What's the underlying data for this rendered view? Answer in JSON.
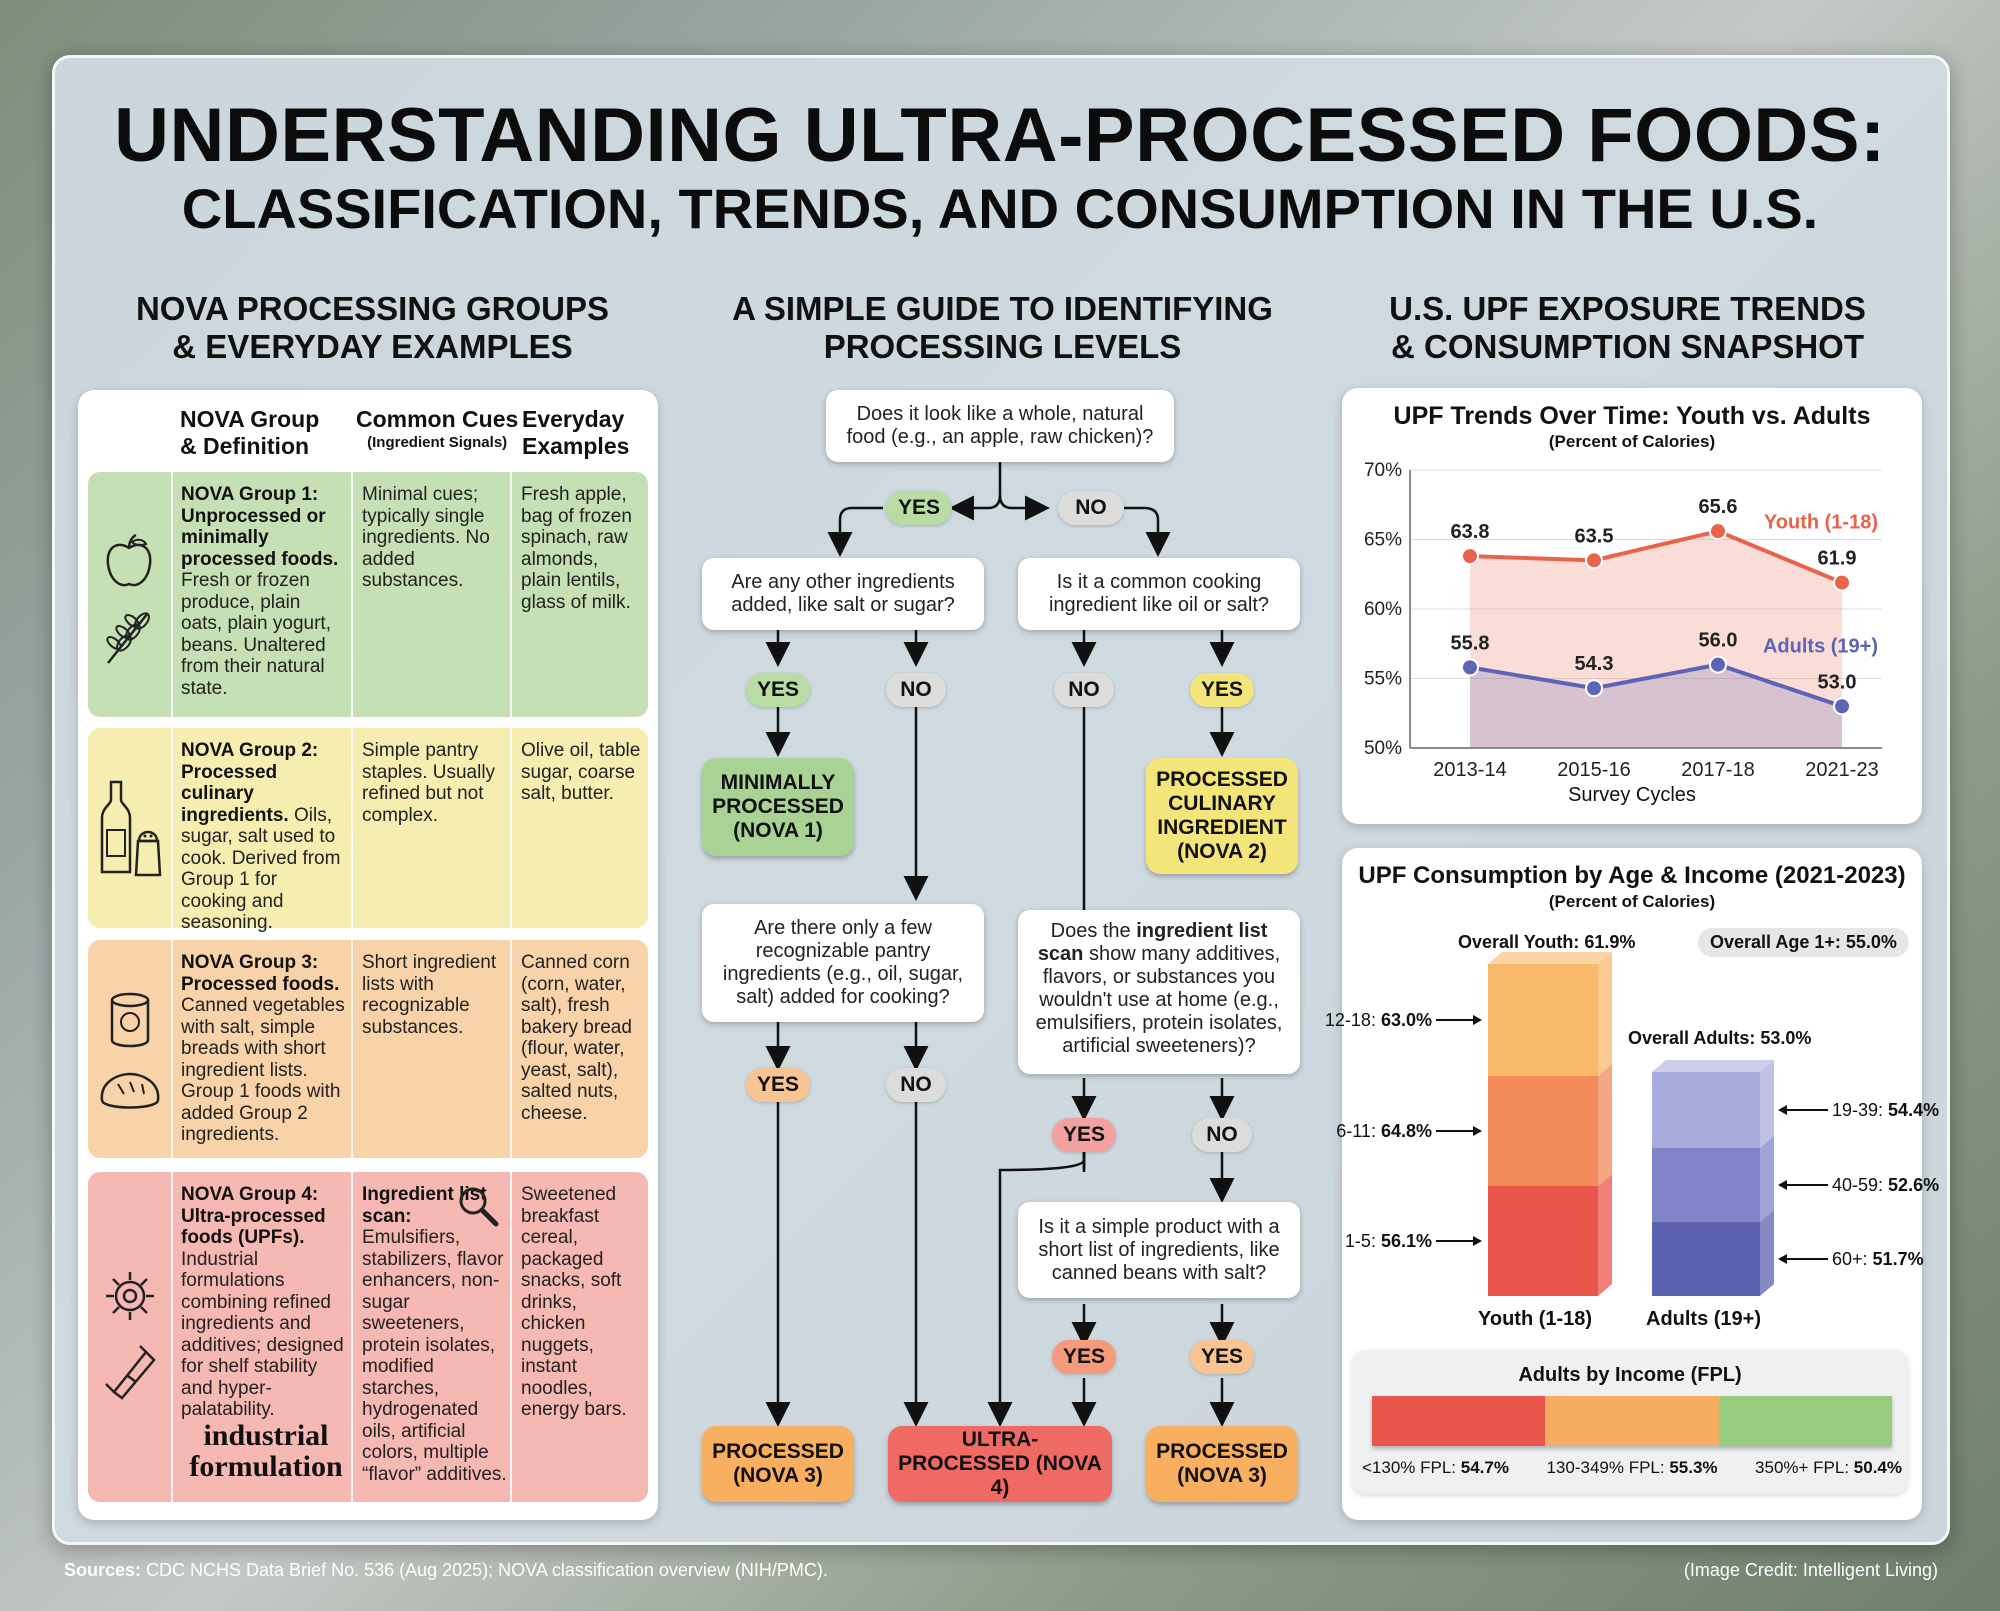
{
  "title": {
    "line1": "UNDERSTANDING ULTRA-PROCESSED FOODS:",
    "line2": "CLASSIFICATION, TRENDS, AND CONSUMPTION IN THE U.S."
  },
  "sections": {
    "nova": {
      "line1": "NOVA PROCESSING GROUPS",
      "line2": "& EVERYDAY EXAMPLES"
    },
    "guide": {
      "line1": "A SIMPLE GUIDE TO IDENTIFYING",
      "line2": "PROCESSING LEVELS"
    },
    "trends": {
      "line1": "U.S. UPF EXPOSURE TRENDS",
      "line2": "& CONSUMPTION SNAPSHOT"
    }
  },
  "nova_table": {
    "headers": {
      "group1": "NOVA Group",
      "group2": "& Definition",
      "cues1": "Common Cues",
      "cues_sub": "(Ingredient Signals)",
      "ex1": "Everyday",
      "ex2": "Examples"
    },
    "groups": [
      {
        "name": "NOVA Group 1: Unprocessed or minimally processed foods.",
        "definition": "Fresh or frozen produce, plain oats, plain yogurt, beans. Unaltered from their natural state.",
        "cues": "Minimal cues; typically single ingredients. No added substances.",
        "examples": "Fresh apple, bag of frozen spinach, raw almonds, plain lentils, glass of milk.",
        "color": "#c5e0b4",
        "icons": [
          "apple-icon",
          "wheat-icon"
        ]
      },
      {
        "name": "NOVA Group 2: Processed culinary ingredients.",
        "definition": "Oils, sugar, salt used to cook. Derived from Group 1 for cooking and seasoning.",
        "cues": "Simple pantry staples. Usually refined but not complex.",
        "examples": "Olive oil, table sugar, coarse salt, butter.",
        "color": "#f5eeb0",
        "icons": [
          "oil-bottle-icon",
          "salt-shaker-icon"
        ]
      },
      {
        "name": "NOVA Group 3: Processed foods.",
        "definition": "Canned vegetables with salt, simple breads with short ingredient lists. Group 1 foods with added Group 2 ingredients.",
        "cues": "Short ingredient lists with recognizable substances.",
        "examples": "Canned corn (corn, water, salt), fresh bakery bread (flour, water, yeast, salt), salted nuts, cheese.",
        "color": "#f8d2a8",
        "icons": [
          "can-icon",
          "bread-icon"
        ]
      },
      {
        "name": "NOVA Group 4: Ultra-processed foods (UPFs).",
        "definition": "Industrial formulations combining refined ingredients and additives; designed for shelf stability and hyper-palatability.",
        "cues_title": "Ingredient list scan:",
        "cues": "Emulsifiers, stabilizers, flavor enhancers, non-sugar sweeteners, protein isolates, modified starches, hydrogenated oils, artificial colors, multiple “flavor” additives.",
        "examples": "Sweetened breakfast cereal, packaged snacks, soft drinks, chicken nuggets, instant noodles, energy bars.",
        "color": "#f5b8b2",
        "icons": [
          "gear-icon",
          "snack-bar-icon"
        ],
        "tag": "industrial formulation"
      }
    ]
  },
  "flow": {
    "q1": "Does it look like a whole, natural food (e.g., an apple, raw chicken)?",
    "yes": "YES",
    "no": "NO",
    "q2": "Are any other ingredients added, like salt or sugar?",
    "q3": "Is it a common cooking ingredient like oil or salt?",
    "r_nova1": "MINIMALLY PROCESSED (NOVA 1)",
    "r_nova2": "PROCESSED CULINARY INGREDIENT (NOVA 2)",
    "q4": "Are there only a few recognizable pantry ingredients (e.g., oil, sugar, salt) added for cooking?",
    "q5_pre": "Does the ",
    "q5_bold": "ingredient list scan",
    "q5_post": " show many additives, flavors, or substances you wouldn't use at home (e.g., emulsifiers, protein isolates, artificial sweeteners)?",
    "q6": "Is it a simple product with a short list of ingredients, like canned beans with salt?",
    "r_nova3": "PROCESSED (NOVA 3)",
    "r_nova4": "ULTRA-PROCESSED (NOVA 4)"
  },
  "chart_data": [
    {
      "type": "line",
      "title": "UPF Trends Over Time: Youth vs. Adults",
      "subtitle": "(Percent of Calories)",
      "xlabel": "Survey Cycles",
      "categories": [
        "2013-14",
        "2015-16",
        "2017-18",
        "2021-23"
      ],
      "ylim": [
        50,
        70
      ],
      "yticks": [
        "50%",
        "55%",
        "60%",
        "65%",
        "70%"
      ],
      "series": [
        {
          "name": "Youth (1-18)",
          "values": [
            63.8,
            63.5,
            65.6,
            61.9
          ],
          "labels": [
            "63.8",
            "63.5",
            "65.6",
            "61.9"
          ],
          "color": "#e8634a"
        },
        {
          "name": "Adults (19+)",
          "values": [
            55.8,
            54.3,
            56.0,
            53.0
          ],
          "labels": [
            "55.8",
            "54.3",
            "56.0",
            "53.0"
          ],
          "color": "#5d63b5"
        }
      ],
      "grid": true
    },
    {
      "type": "bar",
      "title": "UPF Consumption by Age & Income (2021-2023)",
      "subtitle": "(Percent of Calories)",
      "overall_youth": "Overall Youth: 61.9%",
      "overall_age": "Overall Age 1+: 55.0%",
      "overall_adults": "Overall Adults: 53.0%",
      "categories": [
        "Youth (1-18)",
        "Adults (19+)"
      ],
      "youth_segments": [
        {
          "label": "1-5: ",
          "value": "56.1%",
          "color": "#e8564c"
        },
        {
          "label": "6-11: ",
          "value": "64.8%",
          "color": "#f28a5a"
        },
        {
          "label": "12-18: ",
          "value": "63.0%",
          "color": "#f8b86a"
        }
      ],
      "adult_segments": [
        {
          "label": "60+: ",
          "value": "51.7%",
          "color": "#5c62b0"
        },
        {
          "label": "40-59: ",
          "value": "52.6%",
          "color": "#7f85c8"
        },
        {
          "label": "19-39: ",
          "value": "54.4%",
          "color": "#a8abdb"
        }
      ],
      "income": {
        "title": "Adults by Income (FPL)",
        "items": [
          {
            "label": "<130% FPL: ",
            "value": "54.7%",
            "color": "#e8564c"
          },
          {
            "label": "130-349% FPL: ",
            "value": "55.3%",
            "color": "#f6ad62"
          },
          {
            "label": "350%+ FPL: ",
            "value": "50.4%",
            "color": "#96cc80"
          }
        ]
      }
    }
  ],
  "footer": {
    "sources_label": "Sources:",
    "sources": " CDC NCHS Data Brief No. 536 (Aug 2025); NOVA classification overview (NIH/PMC).",
    "credit": "(Image Credit: Intelligent Living)"
  }
}
